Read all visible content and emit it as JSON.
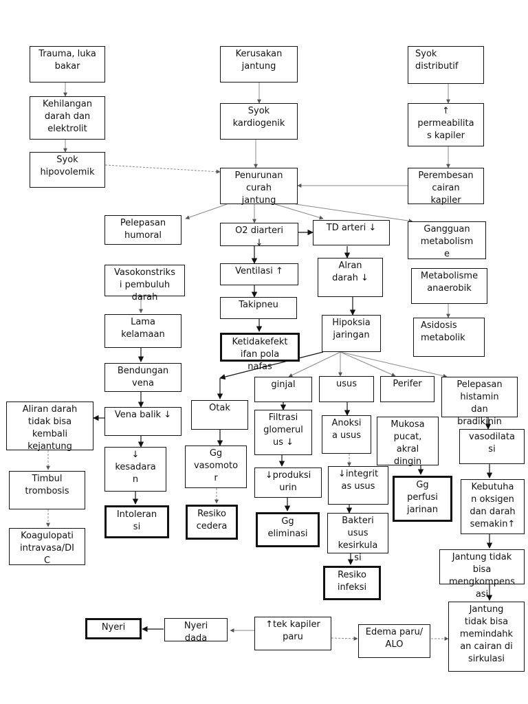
{
  "nodes": [
    {
      "id": "trauma",
      "text": "Trauma, luka\nbakar"
    },
    {
      "id": "kehilangan",
      "text": "Kehilangan\ndarah dan\nelektrolit"
    },
    {
      "id": "hipovolemik",
      "text": "Syok\nhipovolemik"
    },
    {
      "id": "kerusakan",
      "text": "Kerusakan\njantung"
    },
    {
      "id": "kardiogenik",
      "text": "Syok\nkardiogenik"
    },
    {
      "id": "distributif",
      "text": "Syok\ndistributif"
    },
    {
      "id": "permeabilitas",
      "text": "↑\npermeabilita\ns kapiler"
    },
    {
      "id": "perembesan",
      "text": "Perembesan\ncairan\nkapiler"
    },
    {
      "id": "penurunan",
      "text": "Penurunan\ncurah\njantung"
    },
    {
      "id": "pelepasan_humoral",
      "text": "Pelepasan\nhumoral"
    },
    {
      "id": "o2",
      "text": "O2 diarteri\n↓"
    },
    {
      "id": "td",
      "text": "TD arteri ↓"
    },
    {
      "id": "gangguan",
      "text": "Gangguan\nmetabolism\ne"
    },
    {
      "id": "vasokonstriksi",
      "text": "Vasokonstriks\ni pembuluh\ndarah"
    },
    {
      "id": "ventilasi",
      "text": "Ventilasi ↑"
    },
    {
      "id": "alran",
      "text": "Alran\ndarah ↓"
    },
    {
      "id": "anaerobik",
      "text": "Metabolisme\nanaerobik"
    },
    {
      "id": "takipneu",
      "text": "Takipneu"
    },
    {
      "id": "lama",
      "text": "Lama\nkelamaan"
    },
    {
      "id": "ketidakefektifan",
      "text": "Ketidakefekt\nifan pola\nnafas"
    },
    {
      "id": "hipoksia",
      "text": "Hipoksia\njaringan"
    },
    {
      "id": "asidosis",
      "text": "Asidosis\nmetabolik"
    },
    {
      "id": "bendungan",
      "text": "Bendungan\nvena"
    },
    {
      "id": "ginjal",
      "text": "ginjal"
    },
    {
      "id": "usus",
      "text": "usus"
    },
    {
      "id": "perifer",
      "text": "Perifer"
    },
    {
      "id": "histamin",
      "text": "Pelepasan\nhistamin\ndan\nbradikinin"
    },
    {
      "id": "aliran",
      "text": "Aliran darah\ntidak bisa\nkembali\nkejantung"
    },
    {
      "id": "venabalik",
      "text": "Vena balik ↓"
    },
    {
      "id": "otak",
      "text": "Otak"
    },
    {
      "id": "filtrasi",
      "text": "Filtrasi\nglomerul\nus ↓"
    },
    {
      "id": "anoksi",
      "text": "Anoksi\na usus"
    },
    {
      "id": "mukosa",
      "text": "Mukosa\npucat,\nakral\ndingin"
    },
    {
      "id": "vasodilatasi",
      "text": "vasodilata\nsi"
    },
    {
      "id": "kesadaran",
      "text": "↓\nkesadara\nn"
    },
    {
      "id": "ggvaso",
      "text": "Gg\nvasomoto\nr"
    },
    {
      "id": "timbul",
      "text": "Timbul\ntrombosis"
    },
    {
      "id": "produksi",
      "text": "↓produksi\nurin"
    },
    {
      "id": "integritas",
      "text": "↓integrit\nas usus"
    },
    {
      "id": "ggperfusi",
      "text": "Gg\nperfusi\njarinan"
    },
    {
      "id": "kebutuhan",
      "text": "Kebutuha\nn oksigen\ndan darah\nsemakin↑"
    },
    {
      "id": "intoleransi",
      "text": "Intoleran\nsi"
    },
    {
      "id": "resikocedera",
      "text": "Resiko\ncedera"
    },
    {
      "id": "ggeliminasi",
      "text": "Gg\neliminasi"
    },
    {
      "id": "bakteri",
      "text": "Bakteri\nusus\nkesirkula\nsi"
    },
    {
      "id": "koagulopati",
      "text": "Koagulopati\nintravasa/DI\nC"
    },
    {
      "id": "jantungtidak1",
      "text": "Jantung tidak\nbisa\nmengkompens\nasi"
    },
    {
      "id": "resikoinfeksi",
      "text": "Resiko\ninfeksi"
    },
    {
      "id": "jantungtidak2",
      "text": "Jantung\ntidak bisa\nmemindahk\nan cairan di\nsirkulasi"
    },
    {
      "id": "nyeri",
      "text": "Nyeri"
    },
    {
      "id": "nyeridada",
      "text": "Nyeri\ndada"
    },
    {
      "id": "tekkapiler",
      "text": "↑tek kapiler\nparu"
    },
    {
      "id": "edema",
      "text": "Edema paru/\nALO"
    }
  ]
}
